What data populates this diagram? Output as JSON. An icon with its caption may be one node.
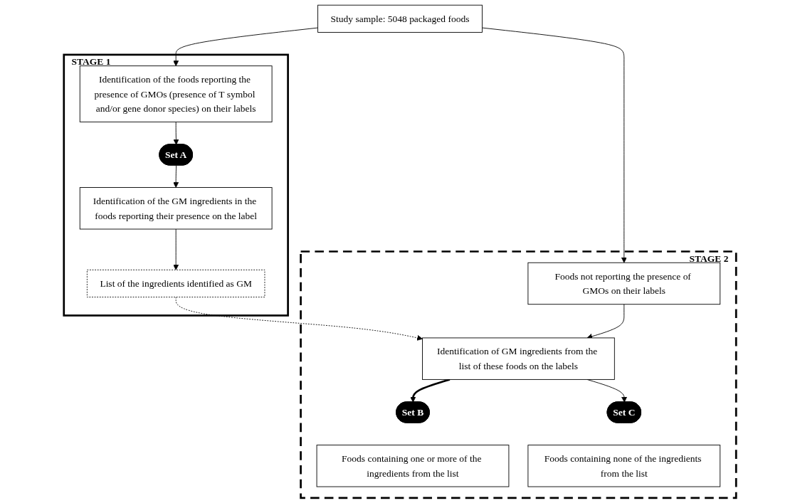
{
  "diagram": {
    "nodes": [
      {
        "text": [
          "Study sample: 5048 packaged foods"
        ]
      },
      {
        "text": [
          "STAGE 1"
        ]
      },
      {
        "text": [
          "Identification of the foods reporting the presence of GMOs (presence of T symbol and/or gene donor species) on their labels"
        ],
        "in": 1
      },
      {
        "text": [
          "Set A"
        ],
        "in": 1
      },
      {
        "text": [
          "Identification of the GM ingredients in the foods reporting their presence on the label"
        ],
        "in": 1
      },
      {
        "text": [
          "List of the ingredients identified as GM"
        ],
        "in": 1
      },
      {
        "text": [
          "STAGE 2"
        ]
      },
      {
        "text": [
          "Foods not reporting the presence of GMOs on their labels"
        ],
        "in": 6
      },
      {
        "text": [
          "Identification of GM ingredients from the list of these foods on the labels"
        ],
        "in": 6
      },
      {
        "text": [
          "Set B"
        ],
        "in": 6
      },
      {
        "text": [
          "Set C"
        ],
        "in": 6
      },
      {
        "text": [
          "Foods containing one or more of the ingredients from the list"
        ],
        "in": 6
      },
      {
        "text": [
          "Foods containing none of the ingredients from the list"
        ],
        "in": 6
      }
    ],
    "edges": [
      {
        "from": 0,
        "to": 2,
        "arrow": "to"
      },
      {
        "from": 0,
        "to": 7,
        "arrow": "to"
      },
      {
        "from": 2,
        "to": 3,
        "arrow": "to"
      },
      {
        "from": 3,
        "to": 4,
        "arrow": "to"
      },
      {
        "from": 4,
        "to": 5,
        "arrow": "to"
      },
      {
        "from": 5,
        "to": 8,
        "arrow": "to",
        "style": "dashed"
      },
      {
        "from": 7,
        "to": 8,
        "arrow": "to"
      },
      {
        "from": 8,
        "to": 9,
        "arrow": "to",
        "style": "thick"
      },
      {
        "from": 8,
        "to": 10,
        "arrow": "to"
      }
    ]
  }
}
